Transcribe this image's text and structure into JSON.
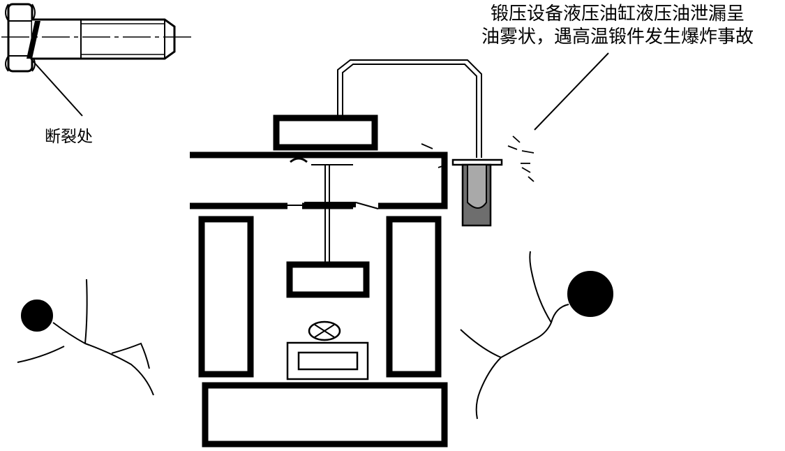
{
  "labels": {
    "fracture_point": "断裂处",
    "accident_line1": "锻压设备液压油缸液压油泄漏呈",
    "accident_line2": "油雾状，遇高温锻件发生爆炸事故"
  },
  "colors": {
    "stroke": "#000000",
    "background": "#ffffff",
    "forging_hot": "#a9a9a9",
    "forging_dark": "#6e6e6e"
  }
}
